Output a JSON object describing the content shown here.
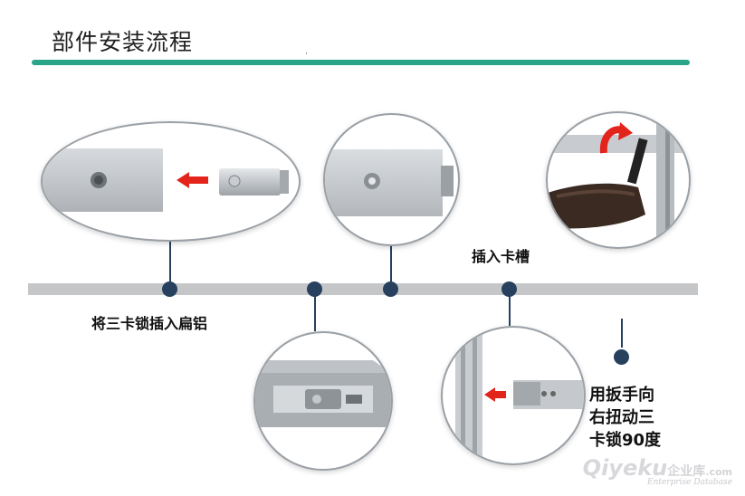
{
  "title": "部件安装流程",
  "colors": {
    "accent_rule": "#2aa58a",
    "node": "#26405e",
    "track": "#c4c6c8",
    "arrow": "#e2241b"
  },
  "steps": [
    {
      "text": "将三卡锁插入扁铝"
    },
    {
      "text": "插入卡槽"
    },
    {
      "lines": [
        "用扳手向",
        "右扭动三",
        "卡锁90度"
      ]
    }
  ],
  "watermark": {
    "brand": "Qiyeku",
    "brand_cn": "企业库",
    "dotcom": ".com",
    "tagline": "Enterprise Database"
  }
}
